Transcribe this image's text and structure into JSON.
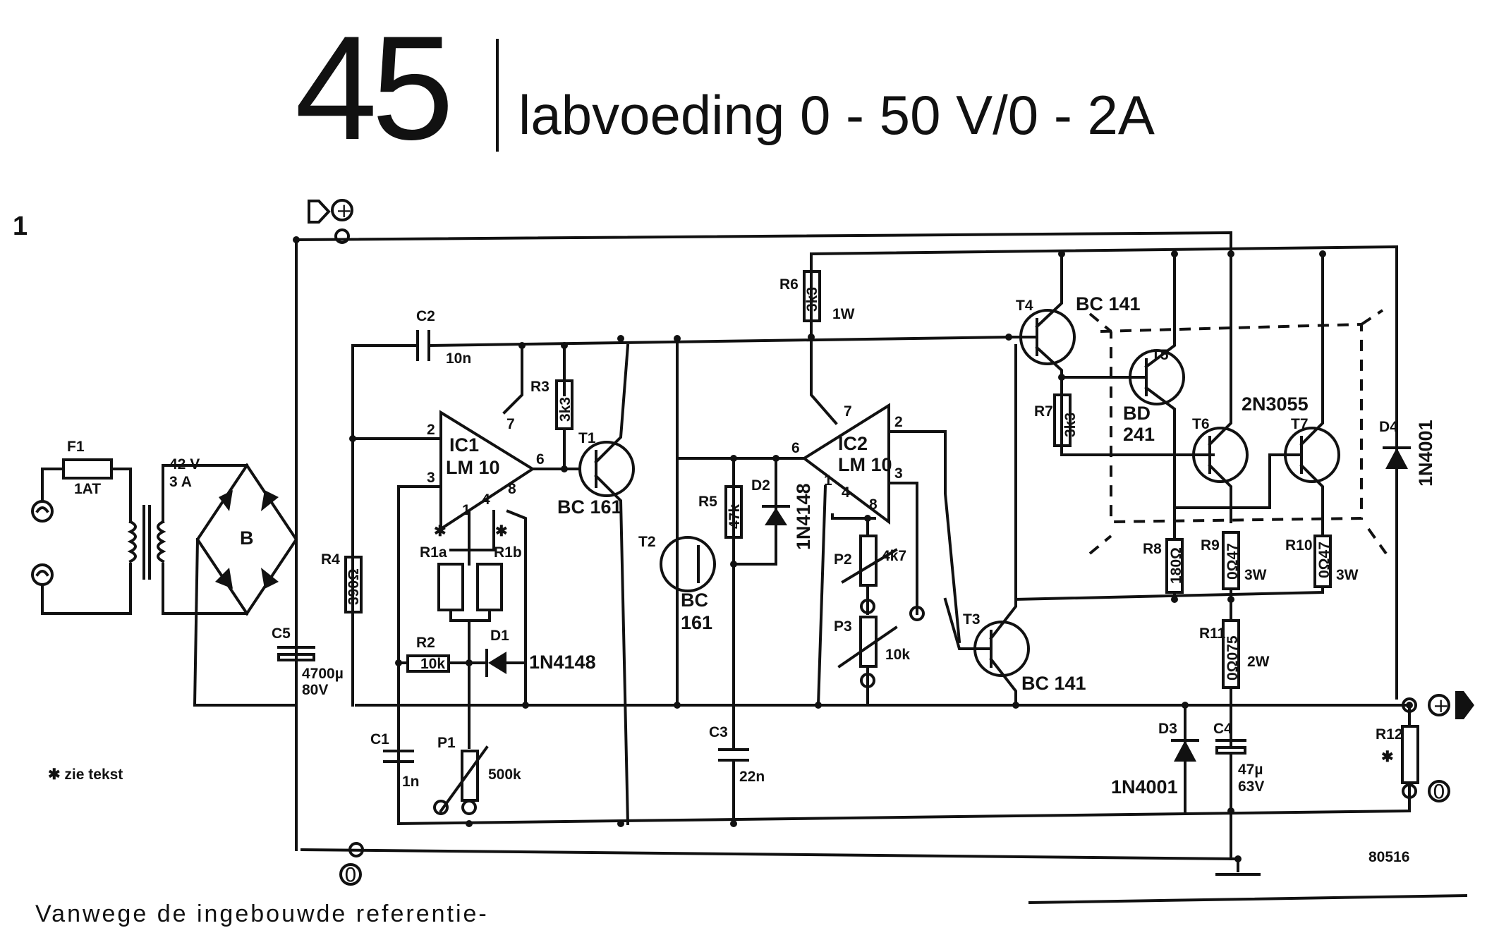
{
  "header": {
    "number": "45",
    "title": "labvoeding 0 - 50 V/0 - 2A"
  },
  "figure_number": "1",
  "footnote": "✱ zie tekst",
  "drawing_code": "80516",
  "caption_fragment": "Vanwege de ingebouwde referentie-",
  "labels": {
    "f1": "F1",
    "f1_val": "1AT",
    "tr_v": "42 V",
    "tr_a": "3 A",
    "bridge": "B",
    "c5": "C5",
    "c5_val": "4700µ",
    "c5_v": "80V",
    "c2": "C2",
    "c2_val": "10n",
    "r4": "R4",
    "r4_val": "390Ω",
    "ic1_a": "IC1",
    "ic1_b": "LM 10",
    "r3": "R3",
    "r3_val": "3k3",
    "t1": "T1",
    "t1_type": "BC 161",
    "r1a": "R1a",
    "r1b": "R1b",
    "r2": "R2",
    "r2_val": "10k",
    "d1": "D1",
    "d1_type": "1N4148",
    "c1": "C1",
    "c1_val": "1n",
    "p1": "P1",
    "p1_val": "500k",
    "t2": "T2",
    "t2_type_a": "BC",
    "t2_type_b": "161",
    "r5": "R5",
    "r5_val": "47k",
    "d2": "D2",
    "d2_type": "1N4148",
    "c3": "C3",
    "c3_val": "22n",
    "r6": "R6",
    "r6_val": "3k3",
    "r6_w": "1W",
    "ic2_a": "IC2",
    "ic2_b": "LM 10",
    "p2": "P2",
    "p2_val": "4k7",
    "p3": "P3",
    "p3_val": "10k",
    "t3": "T3",
    "t3_type": "BC 141",
    "t4": "T4",
    "t4_type": "BC 141",
    "t5": "T5",
    "t5_type_a": "BD",
    "t5_type_b": "241",
    "r7": "R7",
    "r7_val": "3k3",
    "t6": "T6",
    "t7": "T7",
    "t67_type": "2N3055",
    "r8": "R8",
    "r8_val": "180Ω",
    "r9": "R9",
    "r9_val": "0Ω47",
    "r9_w": "3W",
    "r10": "R10",
    "r10_val": "0Ω47",
    "r10_w": "3W",
    "r11": "R11",
    "r11_val": "0Ω075",
    "r11_w": "2W",
    "d3": "D3",
    "d3_type": "1N4001",
    "c4": "C4",
    "c4_val": "47µ",
    "c4_v": "63V",
    "d4": "D4",
    "d4_type": "1N4001",
    "r12": "R12",
    "pin2": "2",
    "pin3": "3",
    "pin7": "7",
    "pin6": "6",
    "pin1": "1",
    "pin4": "4",
    "pin8": "8",
    "plus": "+",
    "zero": "0",
    "star": "✱"
  }
}
